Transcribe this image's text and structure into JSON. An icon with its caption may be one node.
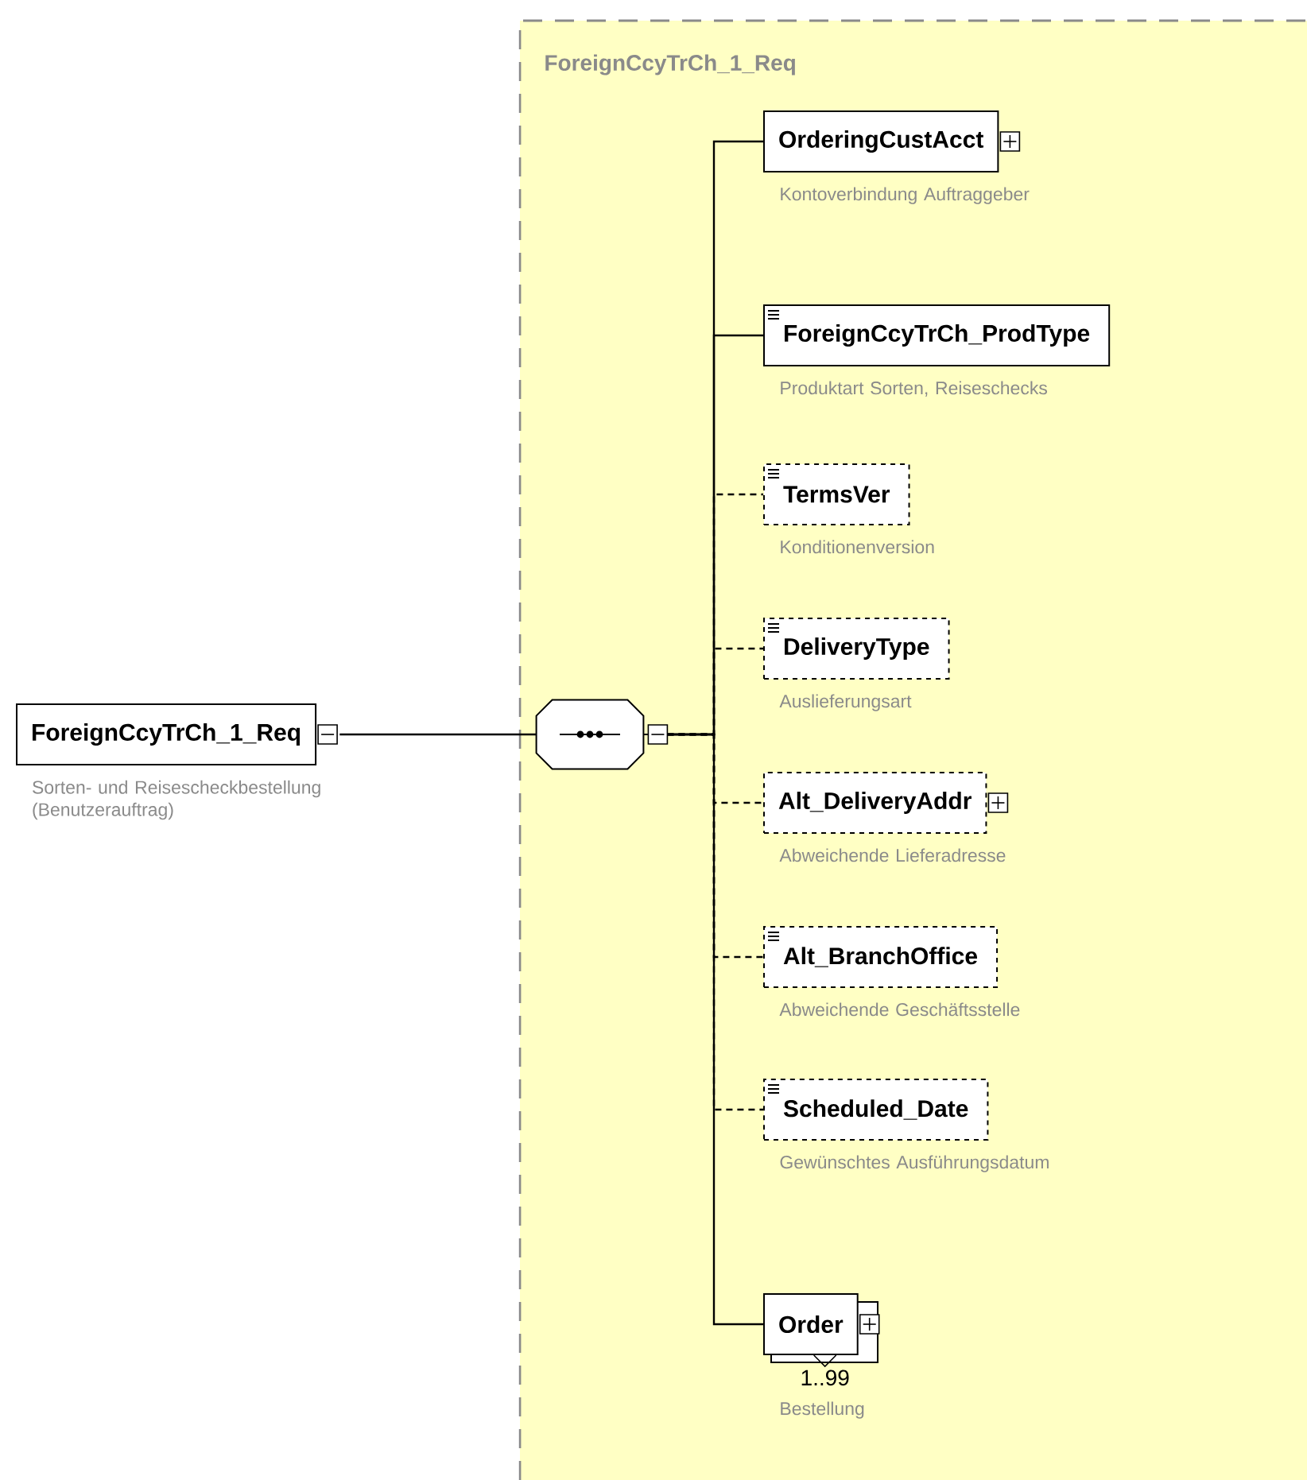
{
  "diagram": {
    "nodes": [
      {
        "text": [
          "ForeignCcyTrCh_1_Req"
        ],
        "beside": [
          "Sorten- und Reisescheckbestellung (Benutzerauftrag)"
        ]
      },
      {
        "text": [
          "ForeignCcyTrCh_1_Req"
        ]
      },
      {
        "text": [],
        "shape": "octagon",
        "in": 1
      },
      {
        "text": [
          "OrderingCustAcct"
        ],
        "beside": [
          "Kontoverbindung Auftraggeber"
        ],
        "in": 1
      },
      {
        "text": [
          "ForeignCcyTrCh_ProdType"
        ],
        "beside": [
          "Produktart Sorten, Reiseschecks"
        ],
        "in": 1
      },
      {
        "text": [
          "TermsVer"
        ],
        "beside": [
          "Konditionenversion"
        ],
        "in": 1
      },
      {
        "text": [
          "DeliveryType"
        ],
        "beside": [
          "Auslieferungsart"
        ],
        "in": 1
      },
      {
        "text": [
          "Alt_DeliveryAddr"
        ],
        "beside": [
          "Abweichende Lieferadresse"
        ],
        "in": 1
      },
      {
        "text": [
          "Alt_BranchOffice"
        ],
        "beside": [
          "Abweichende Geschäftsstelle"
        ],
        "in": 1
      },
      {
        "text": [
          "Scheduled_Date"
        ],
        "beside": [
          "Gewünschtes Ausführungsdatum"
        ],
        "in": 1
      },
      {
        "text": [
          "Order"
        ],
        "beside": [
          "1..99",
          "Bestellung"
        ],
        "in": 1
      }
    ],
    "edges": [
      {
        "from": 0,
        "to": 2,
        "arrow": "none"
      },
      {
        "from": 2,
        "to": 3,
        "arrow": "none"
      },
      {
        "from": 2,
        "to": 4,
        "arrow": "none"
      },
      {
        "from": 2,
        "to": 5,
        "arrow": "none",
        "style": "dashed"
      },
      {
        "from": 2,
        "to": 6,
        "arrow": "none",
        "style": "dashed"
      },
      {
        "from": 2,
        "to": 7,
        "arrow": "none",
        "style": "dashed"
      },
      {
        "from": 2,
        "to": 8,
        "arrow": "none",
        "style": "dashed"
      },
      {
        "from": 2,
        "to": 9,
        "arrow": "none",
        "style": "dashed"
      },
      {
        "from": 2,
        "to": 10,
        "arrow": "none"
      }
    ]
  }
}
